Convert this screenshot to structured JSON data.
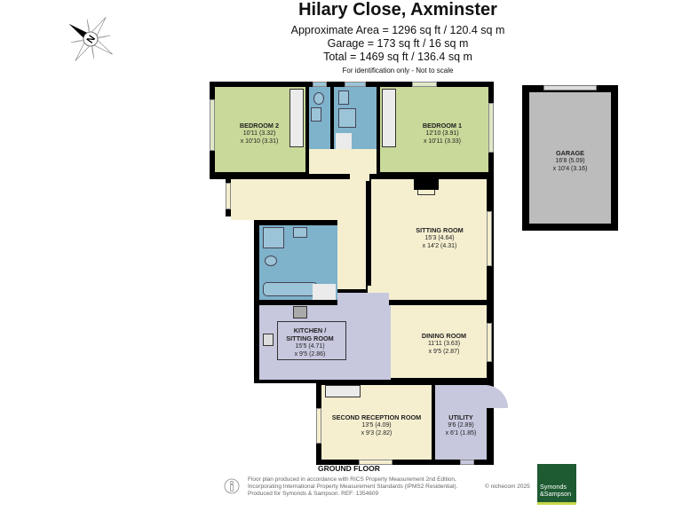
{
  "header": {
    "title": "Hilary Close, Axminster",
    "approximate_area": "Approximate Area = 1296 sq ft / 120.4 sq m",
    "garage_area": "Garage = 173 sq ft / 16 sq m",
    "total_area": "Total = 1469 sq ft / 136.4 sq m",
    "note": "For identification only - Not to scale"
  },
  "compass": {
    "icon": "compass-north-icon",
    "letter": "N"
  },
  "colors": {
    "bedroom": "#c9d99a",
    "living": "#f5efd0",
    "bathroom": "#7fb2cb",
    "kitchen": "#c7c8de",
    "garage": "#bdbcbc",
    "wall": "#000000",
    "logo_green": "#1e5a32",
    "logo_accent": "#c8d64a"
  },
  "rooms": {
    "bedroom2": {
      "name": "BEDROOM 2",
      "dim1": "10'11 (3.32)",
      "dim2": "x 10'10 (3.31)"
    },
    "bedroom1": {
      "name": "BEDROOM 1",
      "dim1": "12'10 (3.91)",
      "dim2": "x 10'11 (3.33)"
    },
    "garage": {
      "name": "GARAGE",
      "dim1": "16'8 (5.09)",
      "dim2": "x 10'4 (3.16)"
    },
    "sitting": {
      "name": "SITTING ROOM",
      "dim1": "15'3 (4.64)",
      "dim2": "x 14'2 (4.31)"
    },
    "kitchen": {
      "name1": "KITCHEN /",
      "name2": "SITTING ROOM",
      "dim1": "15'5 (4.71)",
      "dim2": "x 9'5 (2.86)"
    },
    "dining": {
      "name": "DINING ROOM",
      "dim1": "11'11 (3.63)",
      "dim2": "x 9'5 (2.87)"
    },
    "reception": {
      "name": "SECOND RECEPTION ROOM",
      "dim1": "13'5 (4.09)",
      "dim2": "x 9'3 (2.82)"
    },
    "utility": {
      "name": "UTILITY",
      "dim1": "9'6 (2.89)",
      "dim2": "x 6'1 (1.85)"
    }
  },
  "floor_label": "GROUND FLOOR",
  "footer": {
    "line1": "Floor plan produced in accordance with RICS Property Measurement 2nd Edition,",
    "line2": "Incorporating International Property Measurement Standards (IPMS2 Residential).",
    "line3": "Produced for Symonds & Sampson.   REF:  1354609",
    "copyright": "© nichecom 2025",
    "icon": "person-info-icon"
  },
  "logo": {
    "line1": "Symonds",
    "line2": "&Sampson"
  }
}
